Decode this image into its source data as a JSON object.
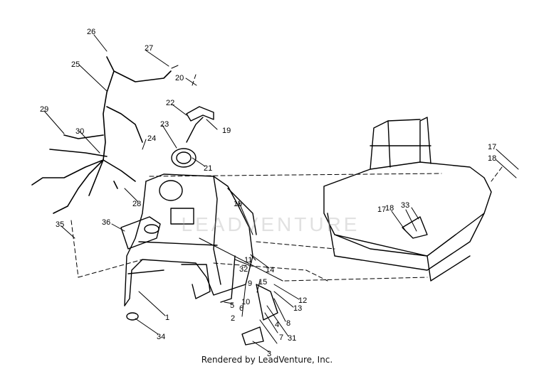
{
  "diagram": {
    "callouts": [
      {
        "id": "c1",
        "text": "1"
      },
      {
        "id": "c2",
        "text": "2"
      },
      {
        "id": "c3",
        "text": "3"
      },
      {
        "id": "c4",
        "text": "4"
      },
      {
        "id": "c5",
        "text": "5"
      },
      {
        "id": "c6",
        "text": "6"
      },
      {
        "id": "c7",
        "text": "7"
      },
      {
        "id": "c8",
        "text": "8"
      },
      {
        "id": "c9",
        "text": "9"
      },
      {
        "id": "c10",
        "text": "10"
      },
      {
        "id": "c11",
        "text": "11"
      },
      {
        "id": "c12",
        "text": "12"
      },
      {
        "id": "c13",
        "text": "13"
      },
      {
        "id": "c14",
        "text": "14"
      },
      {
        "id": "c15",
        "text": "15"
      },
      {
        "id": "c16",
        "text": "16"
      },
      {
        "id": "c17a",
        "text": "17"
      },
      {
        "id": "c18a",
        "text": "18"
      },
      {
        "id": "c17b",
        "text": "17"
      },
      {
        "id": "c18b",
        "text": "18"
      },
      {
        "id": "c19",
        "text": "19"
      },
      {
        "id": "c20",
        "text": "20"
      },
      {
        "id": "c21",
        "text": "21"
      },
      {
        "id": "c22",
        "text": "22"
      },
      {
        "id": "c23",
        "text": "23"
      },
      {
        "id": "c24",
        "text": "24"
      },
      {
        "id": "c25",
        "text": "25"
      },
      {
        "id": "c26",
        "text": "26"
      },
      {
        "id": "c27",
        "text": "27"
      },
      {
        "id": "c28",
        "text": "28"
      },
      {
        "id": "c29",
        "text": "29"
      },
      {
        "id": "c30",
        "text": "30"
      },
      {
        "id": "c31",
        "text": "31"
      },
      {
        "id": "c32",
        "text": "32"
      },
      {
        "id": "c33",
        "text": "33"
      },
      {
        "id": "c34",
        "text": "34"
      },
      {
        "id": "c35",
        "text": "35"
      },
      {
        "id": "c36",
        "text": "36"
      }
    ]
  },
  "watermark": {
    "text": "LEADVENTURE"
  },
  "footer": {
    "text": "Rendered by LeadVenture, Inc."
  }
}
